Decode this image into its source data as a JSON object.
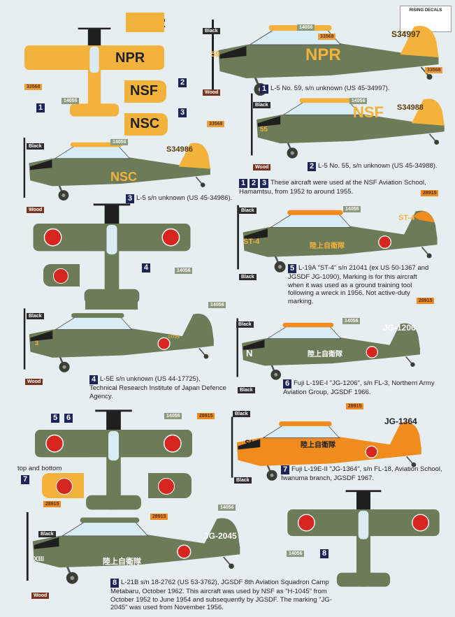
{
  "brand": "RISING DECALS",
  "colors": {
    "olive": "#6c7c58",
    "yellow": "#f3b23c",
    "orange": "#ef8c1d",
    "navy": "#1d2457",
    "roundel": "#d7261f",
    "black": "#1f1f1f",
    "canopy": "#d9ecf3"
  },
  "labels": {
    "black": "Black",
    "wood": "Wood",
    "c14056": "14056",
    "c33568": "33568",
    "c28915": "28915",
    "top_bottom": "top and bottom"
  },
  "nums": [
    "1",
    "2",
    "3",
    "4",
    "5",
    "6",
    "7",
    "8"
  ],
  "markings": {
    "npr": "NPR",
    "nsf": "NSF",
    "nsc": "NSC",
    "s34997": "S34997",
    "s34988": "S34988",
    "s34986": "S34986",
    "n59": "59",
    "n55": "55",
    "st4": "ST-4",
    "jg1206": "JG-1206",
    "n": "N",
    "jg1364": "JG-1364",
    "si": "SI",
    "jg2045": "JG-2045",
    "xiii": "XIII",
    "kanji": "陸上自衛隊",
    "n3": "3",
    "s7725": "17725"
  },
  "captions": {
    "c1": "L-5 No. 59, s/n unknown (US 45-34997).",
    "c2": "L-5 No. 55, s/n unknown (US 45-34988).",
    "c3": "L-5 s/n unknown (US 45-34986).",
    "c123": "These aircraft were used at the NSF Aviation School, Hamamtsu, from 1952 to around 1955.",
    "c4": "L-5E s/n unknown (US 44-17725), Technical Research Institute of Japan Defence Agency.",
    "c5": "L-19A \"ST-4\" s/n 21041 (ex US 50-1367 and JGSDF JG-1090), Marking is for this aircraft when it was used as a ground training tool following a wreck in 1956. Not active-duty marking.",
    "c6": "Fuji L-19E-I \"JG-1206\", s/n FL-3, Northern Army Aviation Group, JGSDF 1966.",
    "c7": "Fuji L-19E-II \"JG-1364\", s/n FL-18, Aviation School, Iwanuma branch, JGSDF 1967.",
    "c8": "L-21B s/n 18-2762 (US 53-3762), JGSDF 8th Aviation Squadron Camp Metabaru, October 1962. This aircraft was used by NSF as \"H-1045\"  from October 1952 to June 1954 and subsequently by JGSDF. The marking \"JG-2045\" was used from November 1956."
  }
}
